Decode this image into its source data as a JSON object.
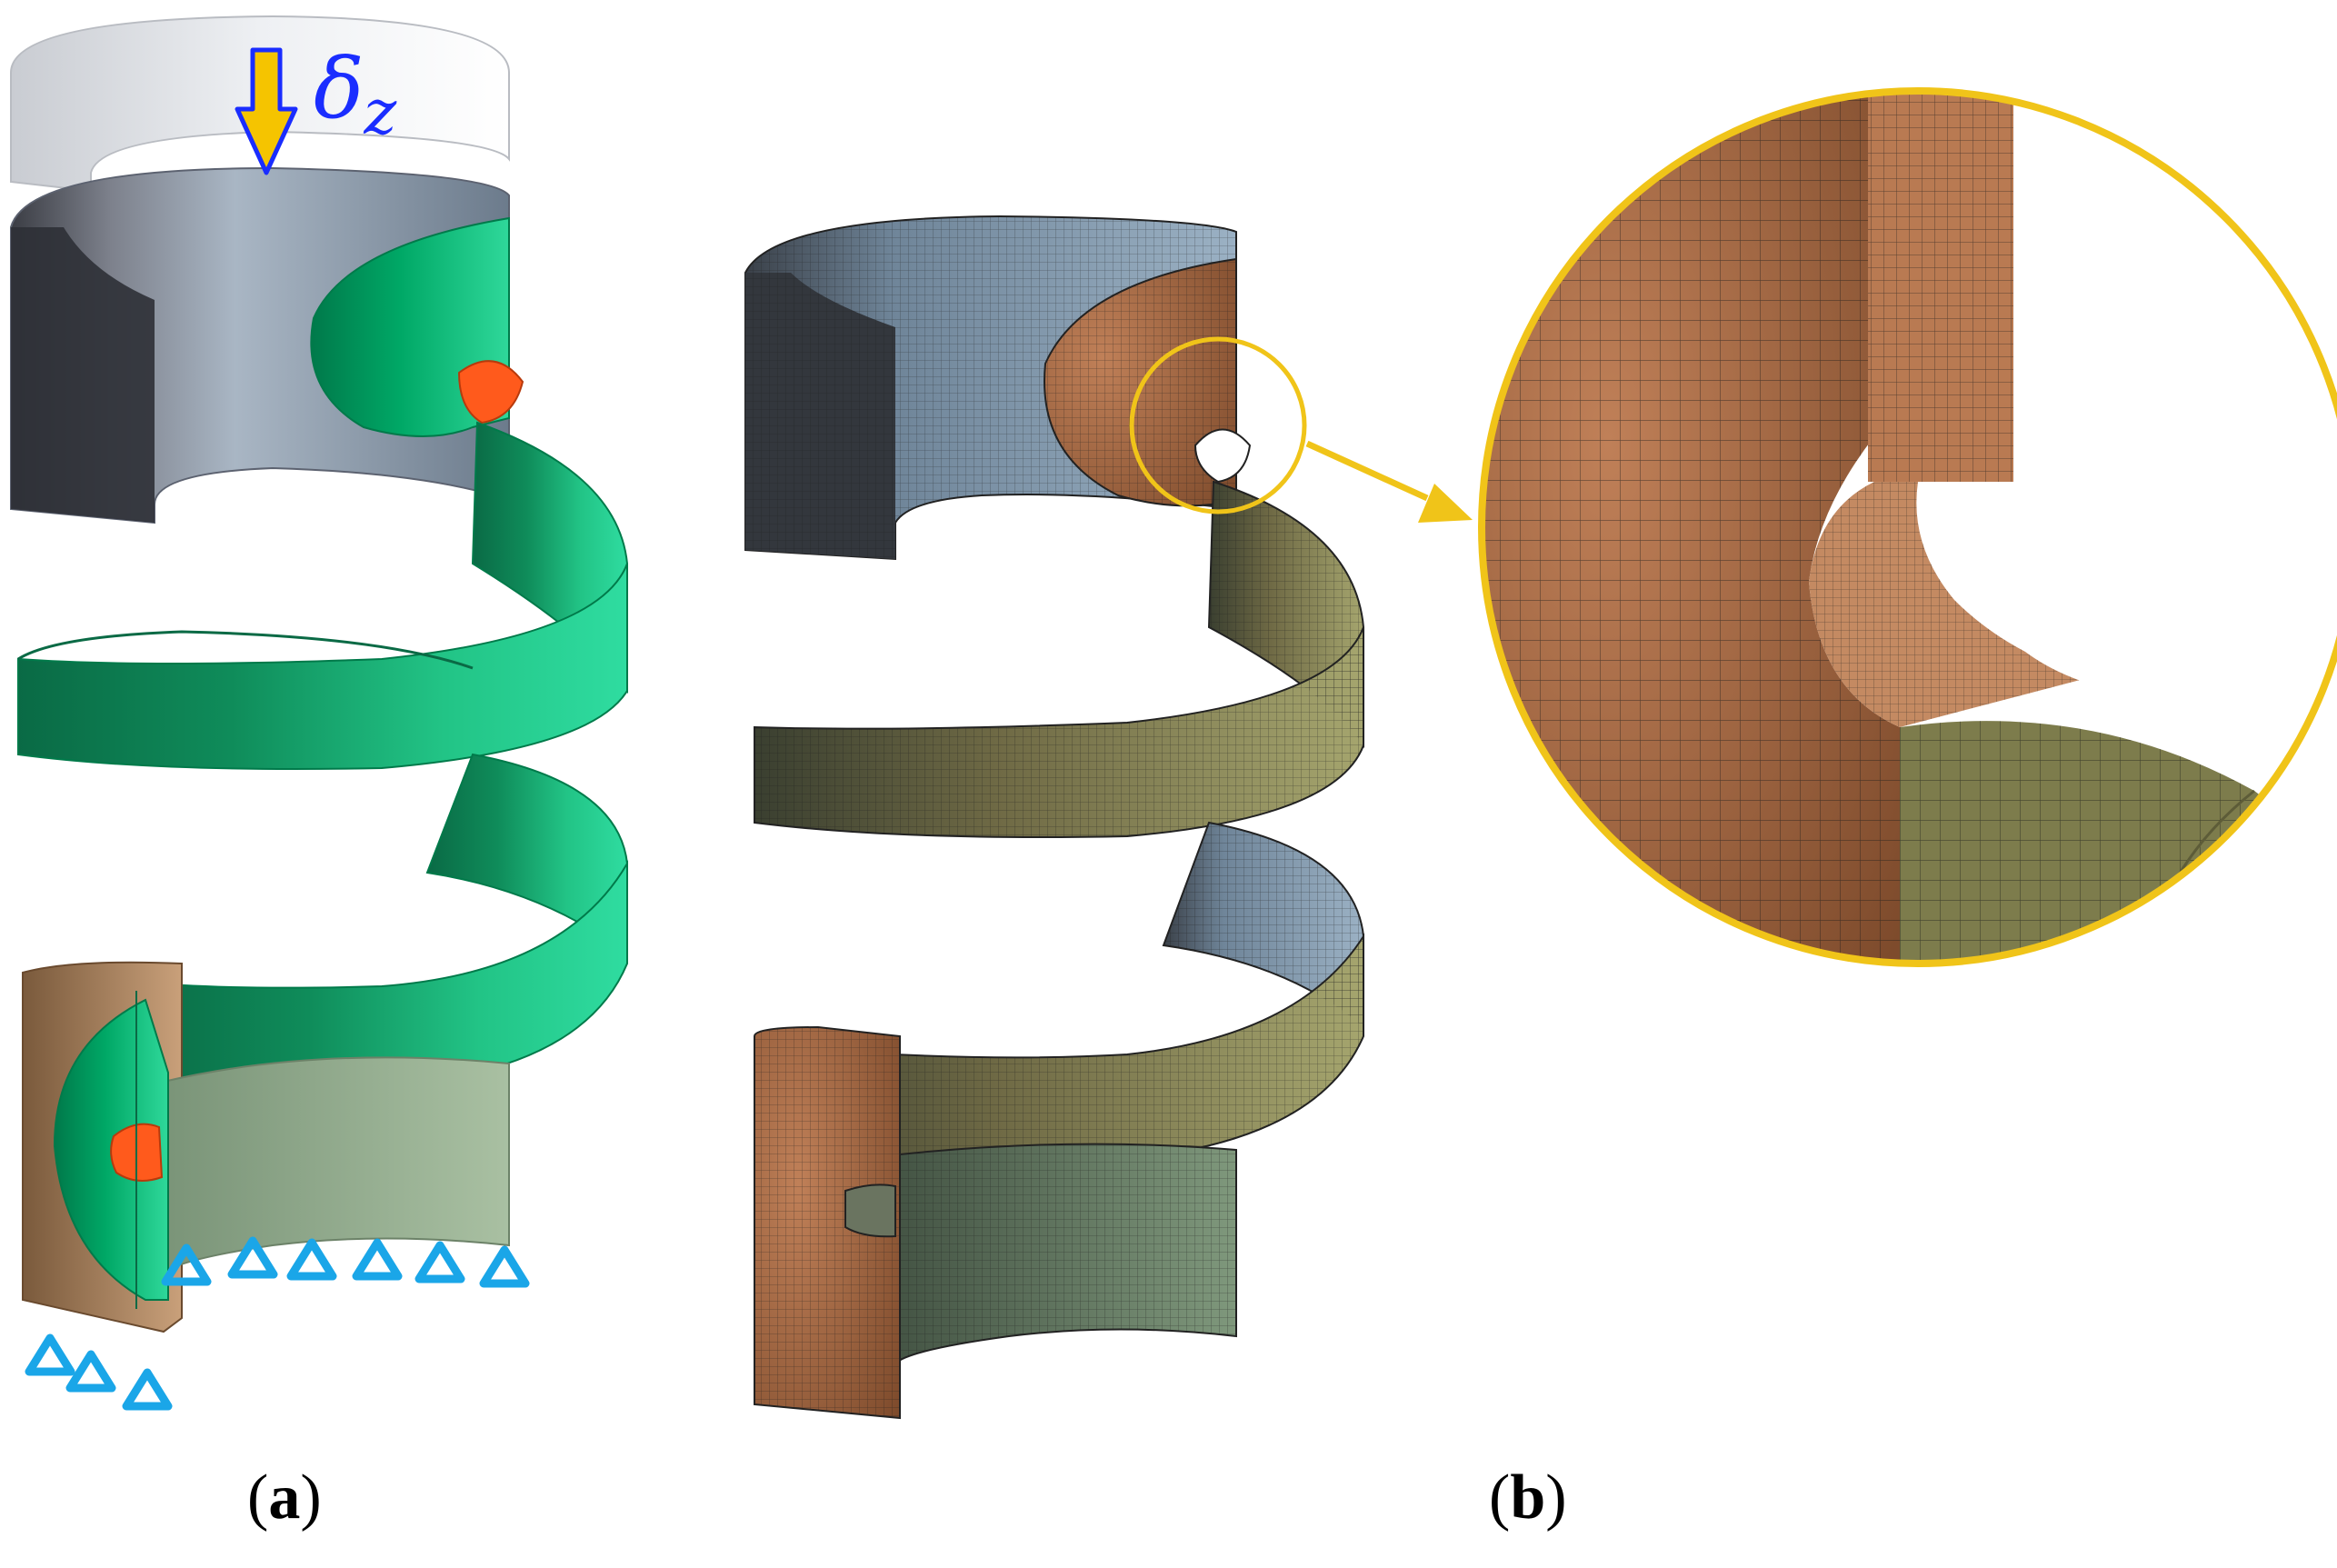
{
  "labels": {
    "panel_a": "a",
    "panel_b": "b",
    "open_paren": "(",
    "close_paren": ")"
  },
  "annotations": {
    "displacement_symbol": "δ",
    "displacement_subscript": "z"
  },
  "colors": {
    "spring_green": "#00a866",
    "spring_green_light": "#2fd89a",
    "notch_orange": "#ff5a1c",
    "support_blue": "#1aa6e8",
    "arrow_yellow": "#f5c400",
    "zoom_ring": "#f0c419",
    "mesh_copper": "#b07048",
    "mesh_olive": "#7d7c4c",
    "mesh_steel": "#7e95a8"
  },
  "icons": {
    "load_arrow": "down-arrow-icon",
    "support": "triangle-support-icon",
    "callout": "zoom-arrow-icon"
  }
}
